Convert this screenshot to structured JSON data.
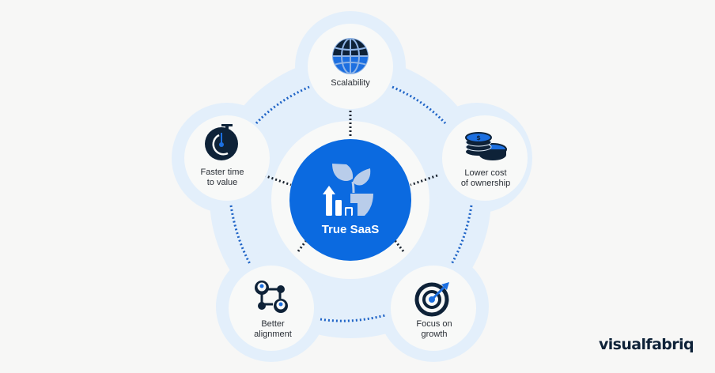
{
  "diagram": {
    "center": {
      "label": "True SaaS",
      "icon": "plant-growth-chart-icon"
    },
    "nodes": [
      {
        "id": "scalability",
        "label": "Scalability",
        "icon": "globe-icon"
      },
      {
        "id": "lower-cost",
        "label": "Lower cost\nof ownership",
        "icon": "coins-icon"
      },
      {
        "id": "focus-growth",
        "label": "Focus on\ngrowth",
        "icon": "target-icon"
      },
      {
        "id": "better-alignment",
        "label": "Better\nalignment",
        "icon": "team-network-icon"
      },
      {
        "id": "faster-time",
        "label": "Faster time\nto value",
        "icon": "stopwatch-icon"
      }
    ]
  },
  "brand": {
    "name": "visualfabriq"
  },
  "colors": {
    "background": "#f7f7f6",
    "pale_ring": "#e3effb",
    "node_fill": "#f8f9f8",
    "primary_blue": "#0b6ae0",
    "dark_navy": "#0e2238",
    "leaf_light": "#b9cdea",
    "dotted_blue": "#1e63c6",
    "dotted_dark": "#1b2430"
  }
}
